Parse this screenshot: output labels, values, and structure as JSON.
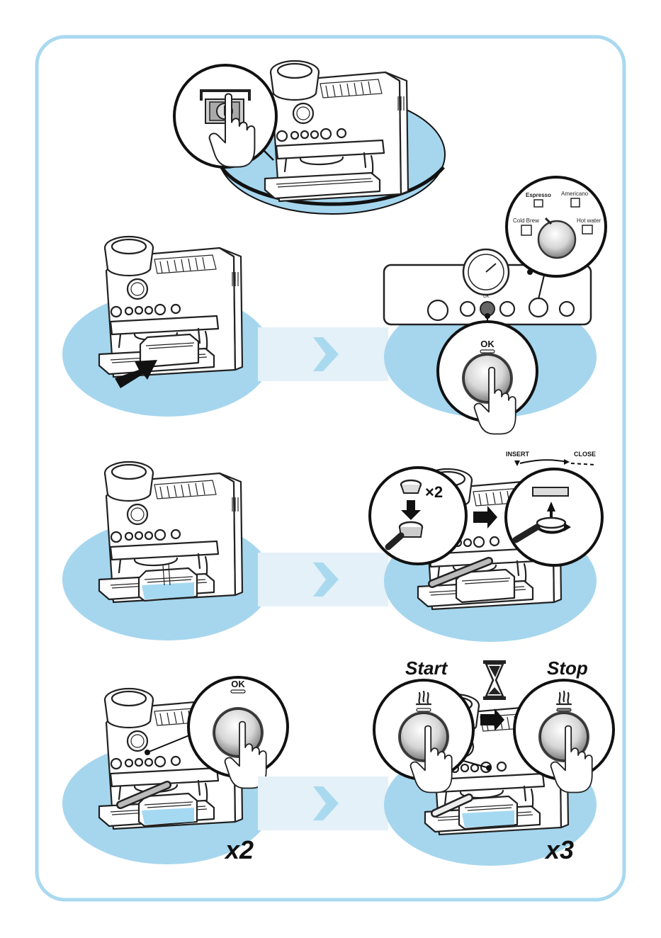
{
  "labels": {
    "espresso": "Espresso",
    "americano": "Americano",
    "cold_brew": "Cold Brew",
    "hot_water": "Hot water",
    "ok": "OK",
    "x2_badge": "×2",
    "insert": "INSERT",
    "close": "CLOSE",
    "start": "Start",
    "stop": "Stop",
    "repeat_two": "x2",
    "repeat_three": "x3"
  },
  "colors": {
    "frame": "#a9d9ef",
    "disc": "#a5d6ee",
    "arrow_band": "#e4f1f8",
    "arrow": "#a9d9ef",
    "water": "#8fd0ef",
    "ink": "#222222"
  },
  "icons": {
    "power": "power-switch-icon",
    "hand": "pointing-hand-icon",
    "hourglass": "hourglass-icon",
    "steam": "steam-icon"
  }
}
